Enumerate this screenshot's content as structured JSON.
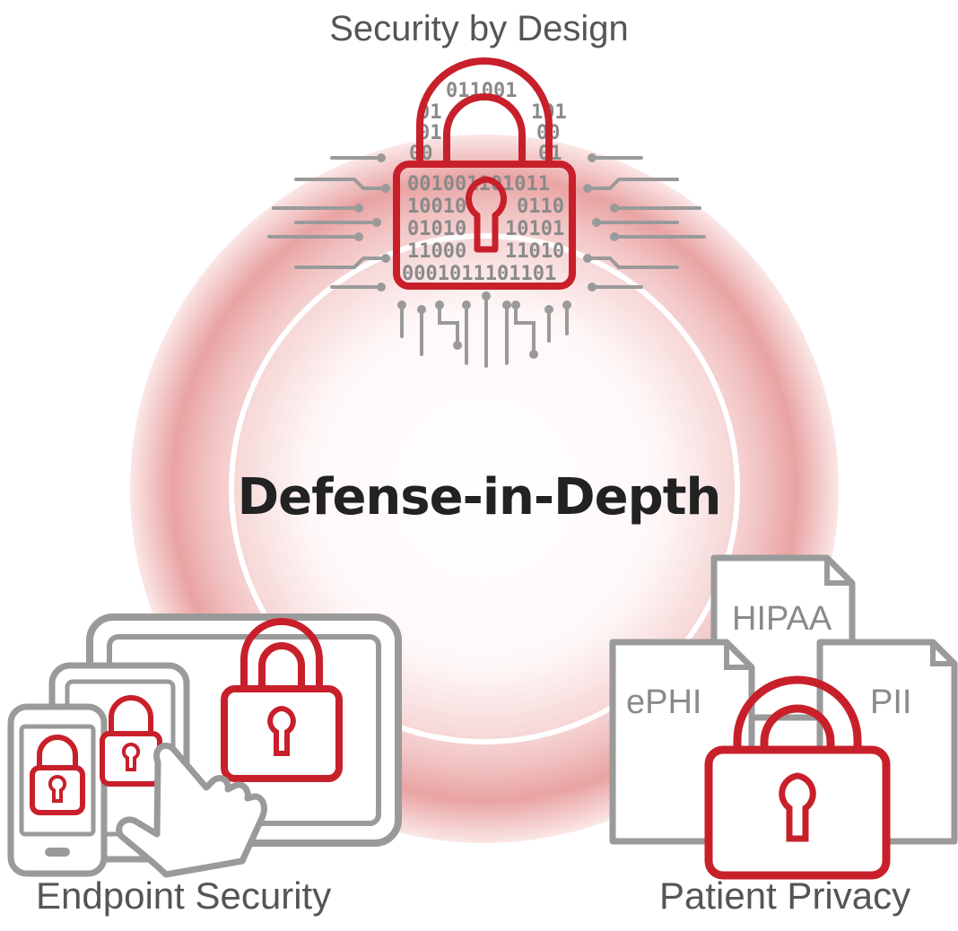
{
  "diagram": {
    "center_title": "Defense-in-Depth",
    "top_label": "Security by Design",
    "left_label": "Endpoint Security",
    "right_label": "Patient Privacy",
    "binary_rows": [
      "011001",
      "01",
      "101",
      "01",
      "00",
      "00",
      "01",
      "001001101011",
      "10010",
      "0110",
      "01010",
      "10101",
      "11000",
      "11010",
      "0001011101101"
    ],
    "documents": [
      "HIPAA",
      "ePHI",
      "PII"
    ],
    "colors": {
      "accent_red": "#c8202b",
      "gray": "#9a9a9a",
      "ring": "#e9a6a6",
      "text": "#222222"
    },
    "icons": [
      "circuit-lock-icon",
      "devices-icon",
      "hand-pointer-icon",
      "documents-icon",
      "lock-icon"
    ]
  }
}
